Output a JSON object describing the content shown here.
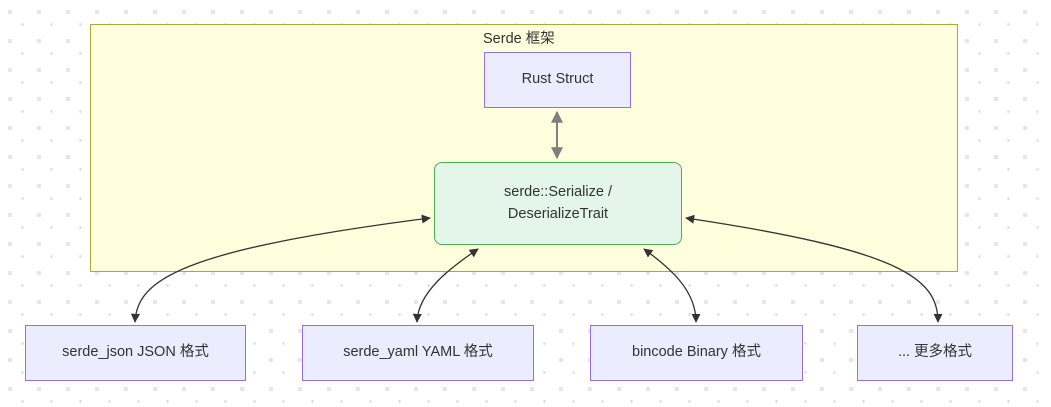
{
  "diagram": {
    "type": "flowchart",
    "title_visible": false,
    "background": {
      "color": "#ffffff",
      "grid": "dot-grid"
    },
    "group": {
      "name": "serde-framework-group",
      "label": "Serde 框架",
      "fill": "#ffffde",
      "stroke": "#aaaa33"
    },
    "nodes": [
      {
        "id": "rust-struct",
        "label": "Rust Struct",
        "shape": "rectangle",
        "fill": "#ececff",
        "stroke": "#9370db"
      },
      {
        "id": "serde-trait",
        "label": "serde::Serialize /\nDeserializeTrait",
        "line1": "serde::Serialize /",
        "line2": "DeserializeTrait",
        "shape": "rounded-rectangle",
        "fill": "#e4f5e9",
        "stroke": "#4caf50"
      },
      {
        "id": "serde-json",
        "label": "serde_json JSON 格式",
        "shape": "rectangle",
        "fill": "#ececff",
        "stroke": "#9370db"
      },
      {
        "id": "serde-yaml",
        "label": "serde_yaml YAML 格式",
        "shape": "rectangle",
        "fill": "#ececff",
        "stroke": "#9370db"
      },
      {
        "id": "bincode",
        "label": "bincode Binary 格式",
        "shape": "rectangle",
        "fill": "#ececff",
        "stroke": "#9370db"
      },
      {
        "id": "more-formats",
        "label": "... 更多格式",
        "shape": "rectangle",
        "fill": "#ececff",
        "stroke": "#9370db"
      }
    ],
    "edges": [
      {
        "id": "edge-struct-trait",
        "from": "rust-struct",
        "to": "serde-trait",
        "arrow": "double",
        "color": "#7f7f7f"
      },
      {
        "id": "edge-trait-json",
        "from": "serde-trait",
        "to": "serde-json",
        "arrow": "double",
        "color": "#333333"
      },
      {
        "id": "edge-trait-yaml",
        "from": "serde-trait",
        "to": "serde-yaml",
        "arrow": "double",
        "color": "#333333"
      },
      {
        "id": "edge-trait-bincode",
        "from": "serde-trait",
        "to": "bincode",
        "arrow": "double",
        "color": "#333333"
      },
      {
        "id": "edge-trait-more",
        "from": "serde-trait",
        "to": "more-formats",
        "arrow": "double",
        "color": "#333333"
      }
    ]
  }
}
